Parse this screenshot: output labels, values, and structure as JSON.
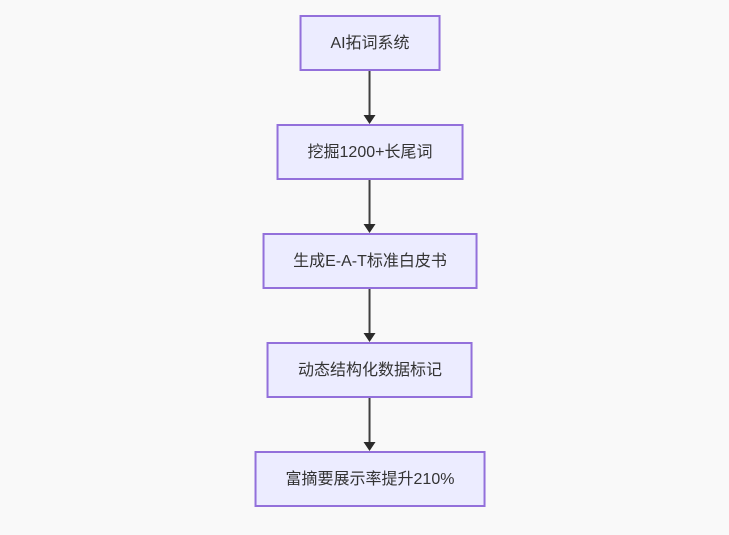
{
  "flowchart": {
    "type": "flowchart-top-down",
    "nodes": [
      {
        "id": "A",
        "label": "AI拓词系统"
      },
      {
        "id": "B",
        "label": "挖掘1200+长尾词"
      },
      {
        "id": "C",
        "label": "生成E-A-T标准白皮书"
      },
      {
        "id": "D",
        "label": "动态结构化数据标记"
      },
      {
        "id": "E",
        "label": "富摘要展示率提升210%"
      }
    ],
    "edges": [
      {
        "from": "A",
        "to": "B"
      },
      {
        "from": "B",
        "to": "C"
      },
      {
        "from": "C",
        "to": "D"
      },
      {
        "from": "D",
        "to": "E"
      }
    ],
    "colors": {
      "background": "#f9f9f9",
      "node_fill": "#ECECFF",
      "node_border": "#9370DB",
      "node_text": "#333333",
      "arrow": "#333333"
    }
  }
}
